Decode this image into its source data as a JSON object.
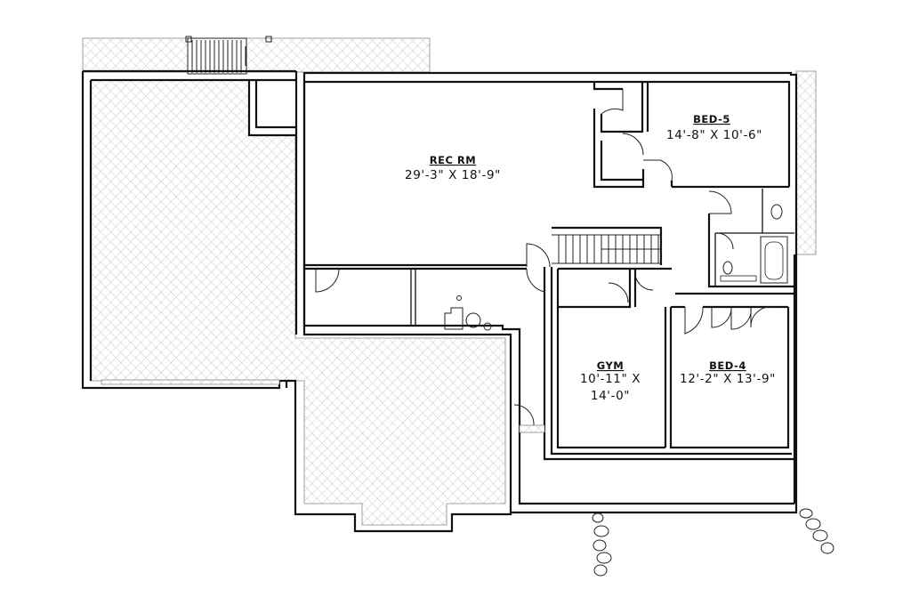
{
  "rooms": {
    "rec_rm": {
      "name": "REC RM",
      "dim": "29'-3\" X 18'-9\""
    },
    "bed_5": {
      "name": "BED-5",
      "dim": "14'-8\" X 10'-6\""
    },
    "gym": {
      "name": "GYM",
      "dim_line1": "10'-11\" X",
      "dim_line2": "14'-0\""
    },
    "bed_4": {
      "name": "BED-4",
      "dim": "12'-2\" X 13'-9\""
    }
  },
  "colors": {
    "wall": "#111111",
    "hatch": "#9a9a9a",
    "background": "#ffffff"
  }
}
